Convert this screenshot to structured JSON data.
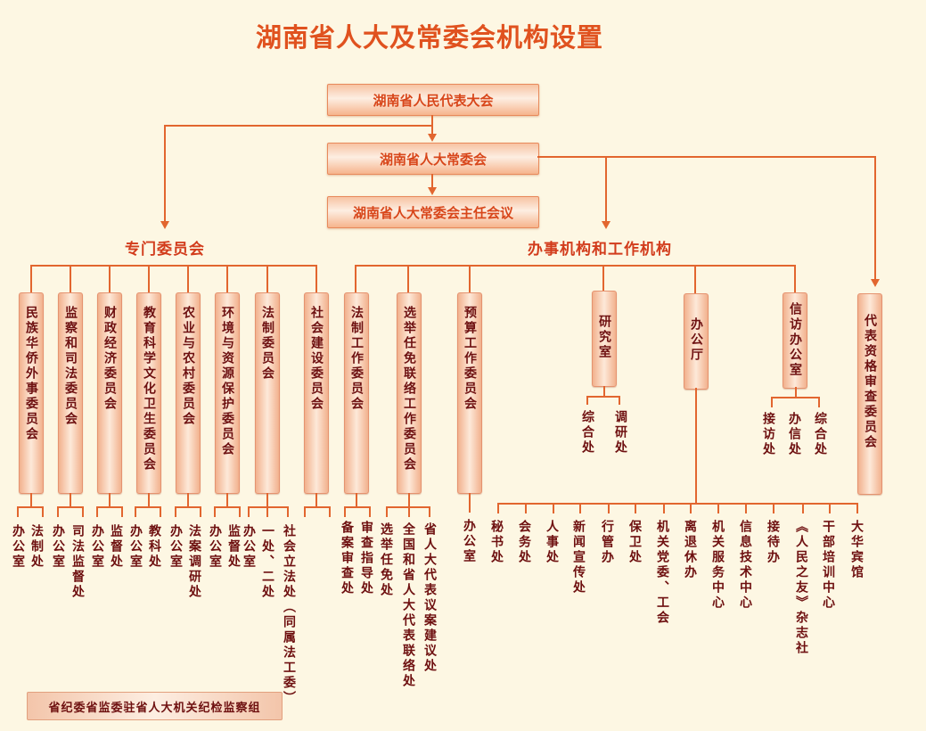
{
  "title": "湖南省人大及常委会机构设置",
  "top": {
    "congress": "湖南省人民代表大会",
    "standing_committee": "湖南省人大常委会",
    "directors_meeting": "湖南省人大常委会主任会议"
  },
  "sections": {
    "special_committees": "专门委员会",
    "working_bodies": "办事机构和工作机构"
  },
  "special_committees": [
    {
      "name": "民族华侨外事委员会",
      "subs": [
        "办公室",
        "法制处"
      ]
    },
    {
      "name": "监察和司法委员会",
      "subs": [
        "办公室",
        "司法监督处"
      ]
    },
    {
      "name": "财政经济委员会",
      "subs": [
        "办公室",
        "监督处"
      ]
    },
    {
      "name": "教育科学文化卫生委员会",
      "subs": [
        "办公室",
        "教科处"
      ]
    },
    {
      "name": "农业与农村委员会",
      "subs": [
        "办公室",
        "法案调研处"
      ]
    },
    {
      "name": "环境与资源保护委员会",
      "subs": [
        "办公室",
        "监督处"
      ]
    },
    {
      "name": "法制委员会",
      "subs": [
        "办公室",
        "一处、二处",
        "社会立法处（同属法工委）"
      ]
    },
    {
      "name": "社会建设委员会",
      "subs": []
    }
  ],
  "working_bodies": [
    {
      "name": "法制工作委员会",
      "subs": [
        "备案审查处",
        "审查指导处"
      ]
    },
    {
      "name": "选举任免联络工作委员会",
      "subs": [
        "选举任免处",
        "全国和省人大代表联络处",
        "省人大代表议案建议处"
      ]
    },
    {
      "name": "预算工作委员会",
      "subs": [
        "办公室"
      ]
    },
    {
      "name": "研究室",
      "subs": [
        "综合处",
        "调研处"
      ]
    },
    {
      "name": "办公厅",
      "subs": [
        "秘书处",
        "会务处",
        "人事处",
        "新闻宣传处",
        "行管办",
        "保卫处",
        "机关党委、工会",
        "离退休办",
        "机关服务中心",
        "信息技术中心",
        "接待办",
        "《人民之友》杂志社",
        "干部培训中心",
        "大华宾馆"
      ]
    },
    {
      "name": "信访办公室",
      "subs": [
        "接访处",
        "办信处",
        "综合处"
      ]
    }
  ],
  "qualification_committee": "代表资格审查委员会",
  "inspection_group": "省纪委省监委驻省人大机关纪检监察组",
  "colors": {
    "background": "#fdf7e3",
    "line": "#e2662f",
    "title": "#e0521f",
    "text": "#6e1010"
  }
}
